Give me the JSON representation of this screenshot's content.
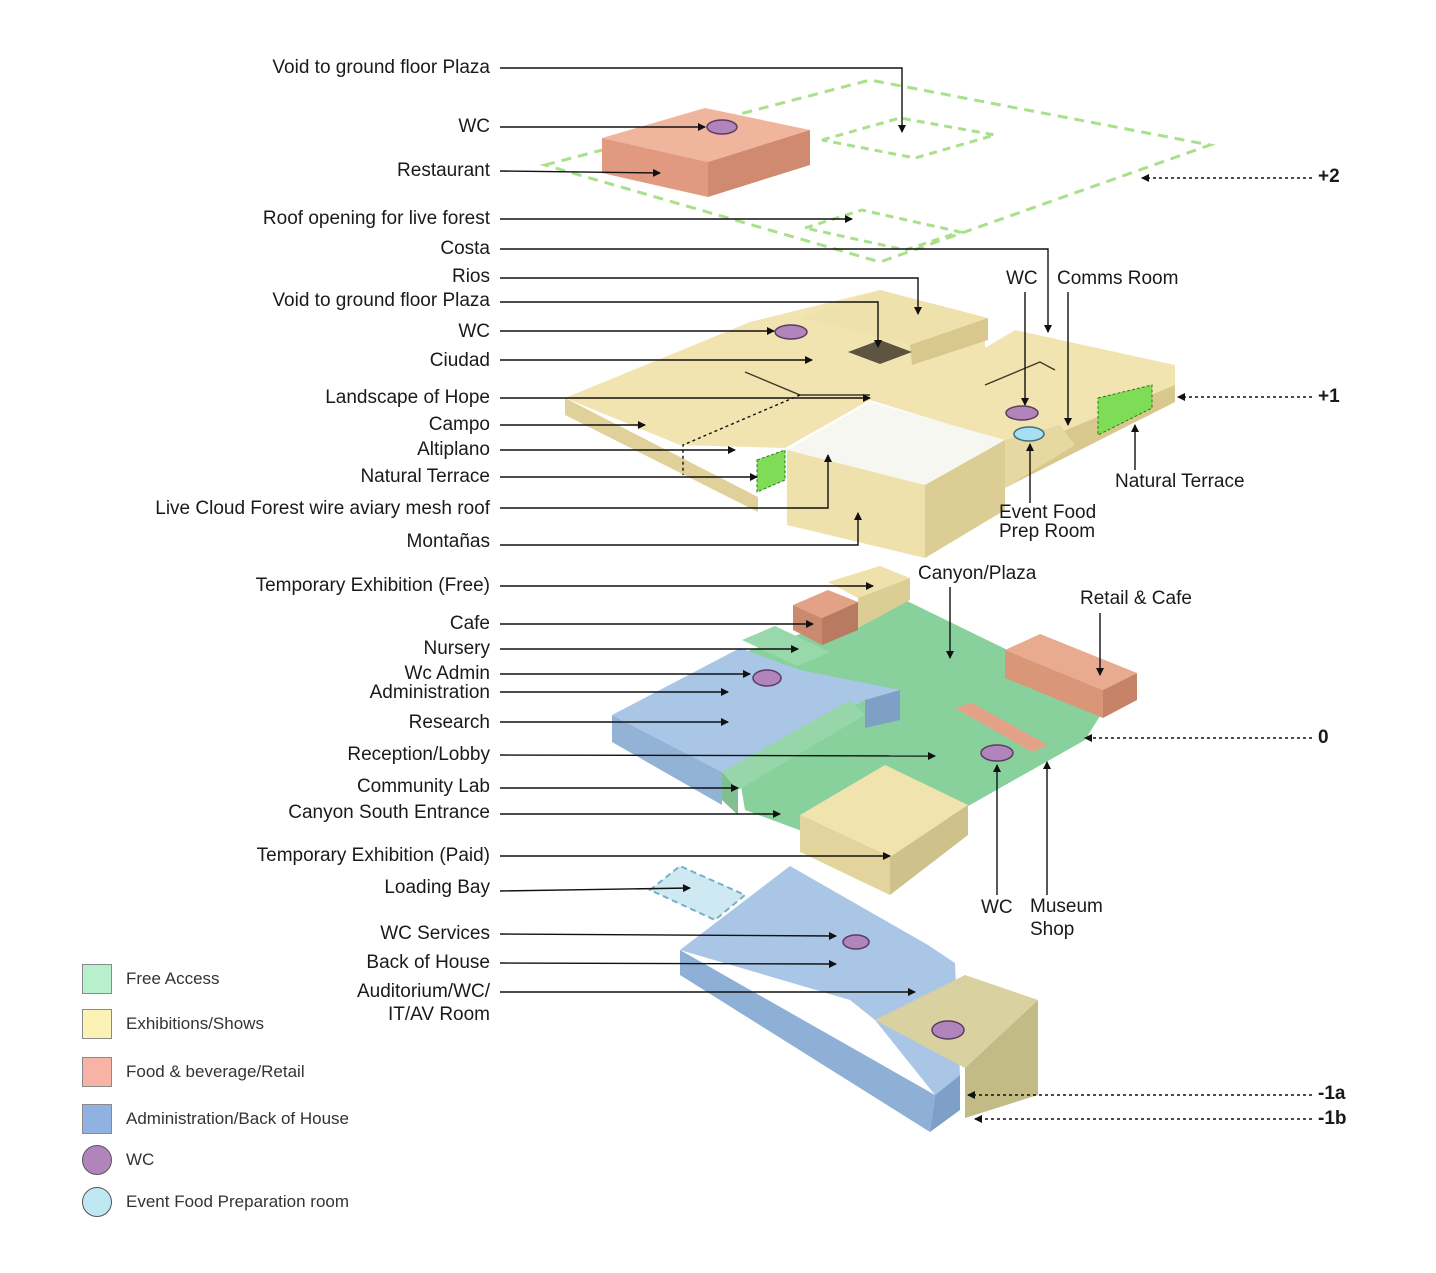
{
  "colors": {
    "free_access": "#8fd9a6",
    "exhibitions": "#eee2a6",
    "food_retail": "#e3a287",
    "admin_boh": "#9cbce0",
    "wc": "#b185bb",
    "event_food": "#a8dff0",
    "natural_terrace": "#7fdc56",
    "dashed_outline": "#a9e08a"
  },
  "level_markers": {
    "plus2": "+2",
    "plus1": "+1",
    "zero": "0",
    "minus1a": "-1a",
    "minus1b": "-1b"
  },
  "labels_left": {
    "void_top": "Void to ground floor Plaza",
    "wc_top": "WC",
    "restaurant": "Restaurant",
    "roof_opening": "Roof opening for live forest",
    "costa": "Costa",
    "rios": "Rios",
    "void_mid": "Void to ground floor Plaza",
    "wc_mid": "WC",
    "ciudad": "Ciudad",
    "landscape": "Landscape of Hope",
    "campo": "Campo",
    "altiplano": "Altiplano",
    "natural_terrace": "Natural Terrace",
    "cloud_forest": "Live Cloud Forest wire aviary mesh roof",
    "montanas": "Montañas",
    "temp_free": "Temporary Exhibition (Free)",
    "cafe": "Cafe",
    "nursery": "Nursery",
    "wc_admin": "Wc Admin",
    "administration": "Administration",
    "research": "Research",
    "reception": "Reception/Lobby",
    "community_lab": "Community Lab",
    "canyon_south": "Canyon South Entrance",
    "temp_paid": "Temporary Exhibition (Paid)",
    "loading_bay": "Loading Bay",
    "wc_services": "WC Services",
    "back_of_house": "Back of House",
    "auditorium_1": "Auditorium/WC/",
    "auditorium_2": "IT/AV Room"
  },
  "labels_right": {
    "wc_plus1": "WC",
    "comms_room": "Comms Room",
    "natural_terrace_r": "Natural Terrace",
    "event_food_1": "Event Food",
    "event_food_2": "Prep Room",
    "canyon_plaza": "Canyon/Plaza",
    "retail_cafe": "Retail & Cafe",
    "wc_ground": "WC",
    "museum_shop_1": "Museum",
    "museum_shop_2": "Shop"
  },
  "legend": [
    {
      "label": "Free Access",
      "icon": "square-swatch",
      "color_key": "free_access"
    },
    {
      "label": "Exhibitions/Shows",
      "icon": "square-swatch",
      "color_key": "exhibitions"
    },
    {
      "label": "Food & beverage/Retail",
      "icon": "square-swatch",
      "color_key": "food_retail"
    },
    {
      "label": "Administration/Back of House",
      "icon": "square-swatch",
      "color_key": "admin_boh"
    },
    {
      "label": "WC",
      "icon": "circle-swatch",
      "color_key": "wc"
    },
    {
      "label": "Event Food Preparation room",
      "icon": "circle-swatch",
      "color_key": "event_food"
    }
  ]
}
